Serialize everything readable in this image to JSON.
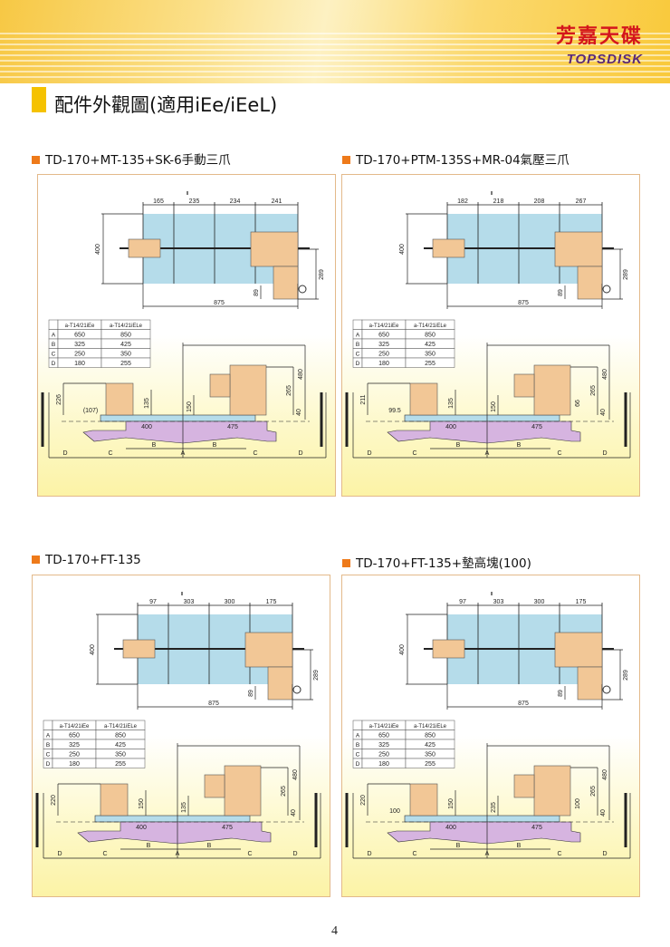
{
  "header": {
    "logo_cn": "芳嘉天碟",
    "logo_en": "TOPSDISK",
    "title": "配件外觀圖(適用iEe/iEeL)"
  },
  "page_number": "4",
  "colors": {
    "table_blue": "#b5dcea",
    "part_tan": "#f2c796",
    "base_purple": "#d6b4e0",
    "accent_orange": "#ee7a1a",
    "title_bar": "#f5c200"
  },
  "table": {
    "headers": [
      "",
      "a-T14/21iEe",
      "a-T14/21iELe"
    ],
    "rows": [
      [
        "A",
        "650",
        "850"
      ],
      [
        "B",
        "325",
        "425"
      ],
      [
        "C",
        "250",
        "350"
      ],
      [
        "D",
        "180",
        "255"
      ]
    ]
  },
  "panels": [
    {
      "title": "TD-170+MT-135+SK-6手動三爪",
      "top": {
        "segments": [
          "165",
          "235",
          "234",
          "241"
        ],
        "width": "875",
        "depth": "400",
        "side": "289",
        "small": "89"
      },
      "side": {
        "left_h": "226",
        "left_offset": "(107)",
        "center_left": "135",
        "center": "150",
        "right_h": "265",
        "total": "480",
        "base": "40",
        "travel_l": "400",
        "travel_r": "475",
        "extra": []
      },
      "bottom": [
        "D",
        "C",
        "B",
        "A",
        "B",
        "C",
        "D"
      ]
    },
    {
      "title": "TD-170+PTM-135S+MR-04氣壓三爪",
      "top": {
        "segments": [
          "182",
          "218",
          "208",
          "267"
        ],
        "width": "875",
        "depth": "400",
        "side": "289",
        "small": "89"
      },
      "side": {
        "left_h": "211",
        "left_offset": "99.5",
        "center_left": "135",
        "center": "150",
        "right_h": "265",
        "total": "480",
        "base": "40",
        "travel_l": "400",
        "travel_r": "475",
        "extra": [
          "66"
        ]
      },
      "bottom": [
        "D",
        "C",
        "B",
        "A",
        "B",
        "C",
        "D"
      ]
    },
    {
      "title": "TD-170+FT-135",
      "top": {
        "segments": [
          "97",
          "303",
          "300",
          "175"
        ],
        "width": "875",
        "depth": "400",
        "side": "289",
        "small": "89"
      },
      "side": {
        "left_h": "220",
        "left_offset": "",
        "center_left": "150",
        "center": "135",
        "right_h": "265",
        "total": "480",
        "base": "40",
        "travel_l": "400",
        "travel_r": "475",
        "extra": []
      },
      "bottom": [
        "D",
        "C",
        "B",
        "A",
        "B",
        "C",
        "D"
      ]
    },
    {
      "title": "TD-170+FT-135+墊高塊(100)",
      "top": {
        "segments": [
          "97",
          "303",
          "300",
          "175"
        ],
        "width": "875",
        "depth": "400",
        "side": "289",
        "small": "89"
      },
      "side": {
        "left_h": "220",
        "left_offset": "100",
        "center_left": "150",
        "center": "235",
        "right_h": "265",
        "total": "480",
        "base": "40",
        "travel_l": "400",
        "travel_r": "475",
        "extra": [
          "100"
        ]
      },
      "bottom": [
        "D",
        "C",
        "B",
        "A",
        "B",
        "C",
        "D"
      ]
    }
  ]
}
